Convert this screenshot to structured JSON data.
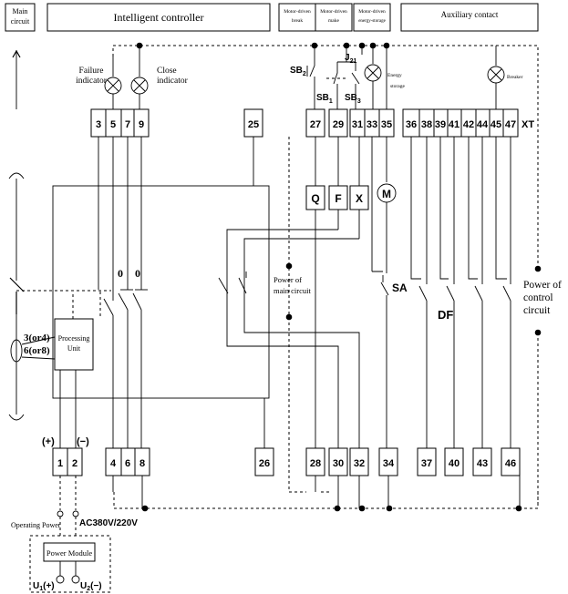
{
  "header": {
    "main_circuit_line1": "Main",
    "main_circuit_line2": "circuit",
    "controller": "Intelligent controller",
    "break_line1": "Motor-driven",
    "break_line2": "break",
    "make_line1": "Motor-driven",
    "make_line2": "make",
    "energy_line1": "Motor-driven",
    "energy_line2": "energy-storage",
    "auxiliary": "Auxiliary contact"
  },
  "labels": {
    "failure_line1": "Failure",
    "failure_line2": "indicator",
    "close_line1": "Close",
    "close_line2": "indicator",
    "sb2": "SB",
    "sb2_sub": "2",
    "sb1": "SB",
    "sb1_sub": "1",
    "sb3": "SB",
    "sb3_sub": "3",
    "j21": "J",
    "j21_sub": "21",
    "energy_line1": "Energy",
    "energy_line2": "storage",
    "breaker": "Breaker",
    "xt": "XT",
    "sa": "SA",
    "df": "DF",
    "power_main_line1": "Power of",
    "power_main_line2": "main circuit",
    "power_control_line1": "Power of",
    "power_control_line2": "control",
    "power_control_line3": "circuit",
    "processing_line1": "Processing",
    "processing_line2": "Unit",
    "three_or_four": "3(or4)",
    "six_or_eight": "6(or8)",
    "zero_a": "0",
    "zero_b": "0",
    "plus": "(+)",
    "minus": "(−)",
    "operating_power": "Operating Power",
    "ac_voltage": "AC380V/220V",
    "power_module": "Power Module",
    "u1": "U",
    "u1_sub": "1",
    "u1_sign": "(+)",
    "u2": "U",
    "u2_sub": "2",
    "u2_sign": "(−)"
  },
  "components": {
    "q": "Q",
    "f": "F",
    "x": "X",
    "m": "M"
  },
  "terminals_top": [
    "3",
    "5",
    "7",
    "9",
    "25",
    "27",
    "29",
    "31",
    "33",
    "35",
    "36",
    "38",
    "39",
    "41",
    "42",
    "44",
    "45",
    "47"
  ],
  "terminals_bottom": [
    "1",
    "2",
    "4",
    "6",
    "8",
    "26",
    "28",
    "30",
    "32",
    "34",
    "37",
    "40",
    "43",
    "46"
  ]
}
